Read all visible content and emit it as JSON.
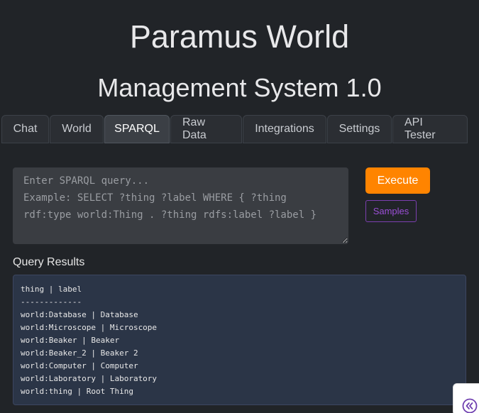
{
  "header": {
    "title": "Paramus World",
    "subtitle": "Management System 1.0"
  },
  "tabs": [
    {
      "label": "Chat",
      "active": false
    },
    {
      "label": "World",
      "active": false
    },
    {
      "label": "SPARQL",
      "active": true
    },
    {
      "label": "Raw Data",
      "active": false
    },
    {
      "label": "Integrations",
      "active": false
    },
    {
      "label": "Settings",
      "active": false
    },
    {
      "label": "API Tester",
      "active": false
    }
  ],
  "query": {
    "value": "",
    "placeholder": "Enter SPARQL query...\nExample: SELECT ?thing ?label WHERE { ?thing rdf:type world:Thing . ?thing rdfs:label ?label }"
  },
  "buttons": {
    "execute": "Execute",
    "samples": "Samples"
  },
  "results": {
    "heading": "Query Results",
    "lines": [
      "thing | label",
      "-------------",
      "world:Database | Database",
      "world:Microscope | Microscope",
      "world:Beaker | Beaker",
      "world:Beaker_2 | Beaker 2",
      "world:Computer | Computer",
      "world:Laboratory | Laboratory",
      "world:thing | Root Thing"
    ]
  },
  "colors": {
    "background": "#212428",
    "execute_button": "#ff8400",
    "samples_button": "#9b4fd6",
    "results_background": "#2b3547"
  },
  "icons": {
    "collapse": "double-chevron-left-icon"
  }
}
